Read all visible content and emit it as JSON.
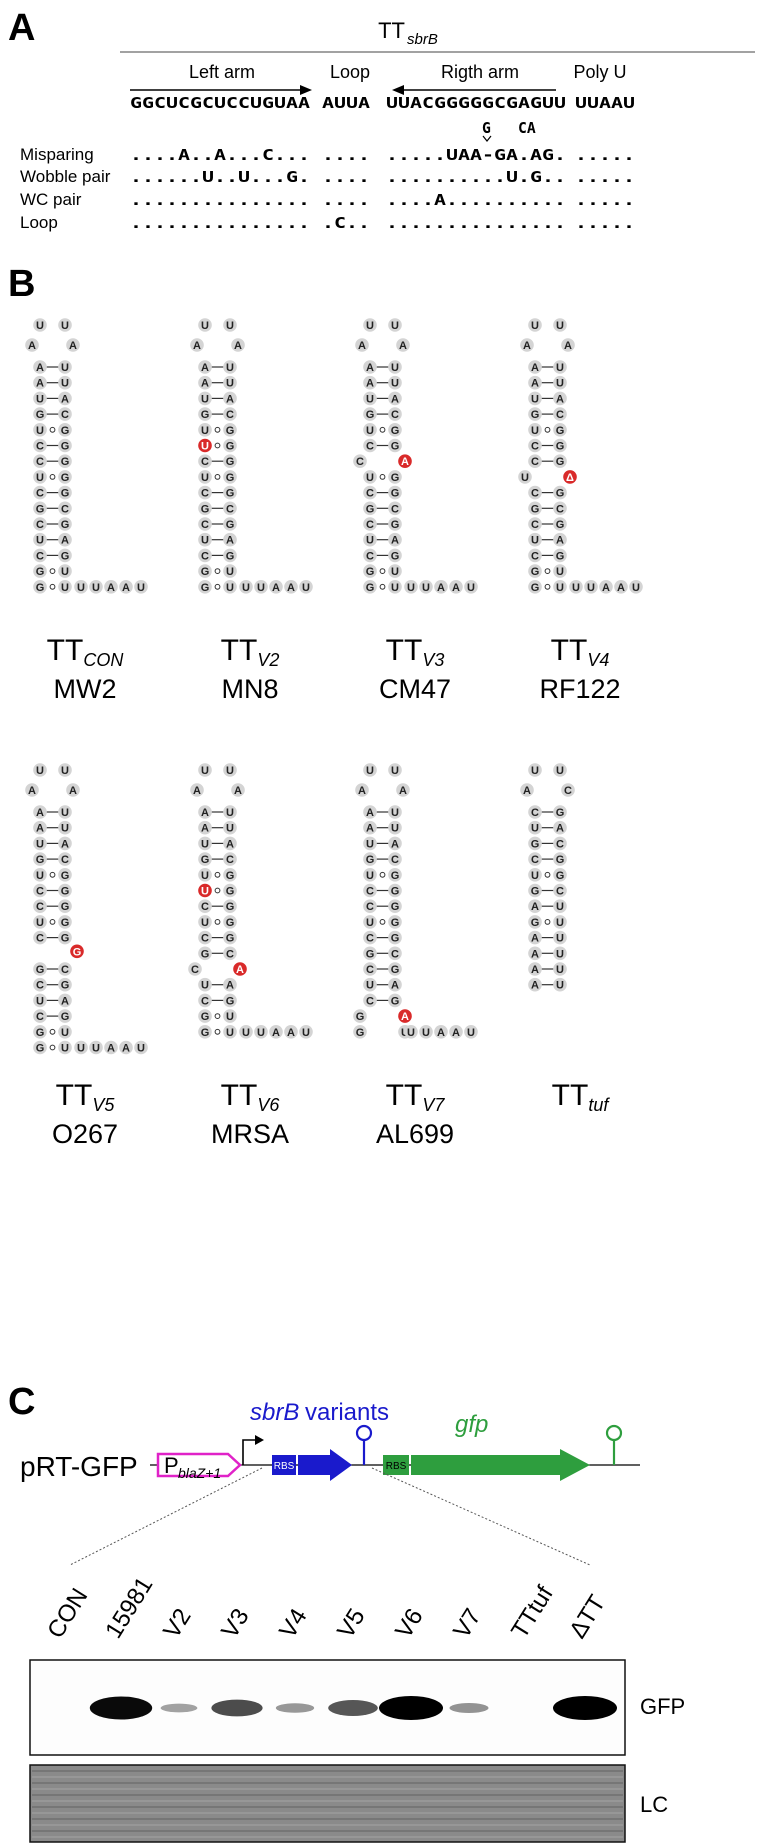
{
  "panel_a": {
    "letter": "A",
    "title_main": "TT",
    "title_sub": "sbrB",
    "region_labels": [
      "Left arm",
      "Loop",
      "Rigth arm",
      "Poly U"
    ],
    "sequence": {
      "left_arm": "GGCUCGCUCCUGUAA",
      "loop": "AUUA",
      "right_arm": "UUACGGGGGCGAGUU",
      "poly_u": "UUAAU"
    },
    "above_right_1": "G",
    "above_right_2": "CA",
    "rows": [
      {
        "label": "Misparing",
        "left": "....A..A...C...",
        "loop": "....",
        "right": ".....UAA-GA.AG.",
        "poly": "....."
      },
      {
        "label": "Wobble pair",
        "left": "......U..U...G.",
        "loop": "....",
        "right": "..........U.G..",
        "poly": "....."
      },
      {
        "label": "WC pair",
        "left": "...............",
        "loop": "....",
        "right": "....A..........",
        "poly": "....."
      },
      {
        "label": "Loop",
        "left": "...............",
        "loop": ".C..",
        "right": "...............",
        "poly": "....."
      }
    ]
  },
  "panel_b": {
    "letter": "B",
    "tail": [
      "U",
      "U",
      "A",
      "A",
      "U"
    ],
    "structures": [
      {
        "tt": "TT",
        "sub": "CON",
        "strain": "MW2",
        "loop_top": [
          "U",
          "U"
        ],
        "loop_side": [
          "A",
          "A"
        ],
        "pairs": [
          [
            "A",
            "U",
            "-"
          ],
          [
            "A",
            "U",
            "-"
          ],
          [
            "U",
            "A",
            "-"
          ],
          [
            "G",
            "C",
            "-"
          ],
          [
            "U",
            "G",
            "o"
          ],
          [
            "C",
            "G",
            "-"
          ],
          [
            "C",
            "G",
            "-"
          ],
          [
            "U",
            "G",
            "o"
          ],
          [
            "C",
            "G",
            "-"
          ],
          [
            "G",
            "C",
            "-"
          ],
          [
            "C",
            "G",
            "-"
          ],
          [
            "U",
            "A",
            "-"
          ],
          [
            "C",
            "G",
            "-"
          ],
          [
            "G",
            "U",
            "o"
          ],
          [
            "G",
            "U",
            "o"
          ]
        ],
        "bulge": null
      },
      {
        "tt": "TT",
        "sub": "V2",
        "strain": "MN8",
        "loop_top": [
          "U",
          "U"
        ],
        "loop_side": [
          "A",
          "A"
        ],
        "pairs": [
          [
            "A",
            "U",
            "-"
          ],
          [
            "A",
            "U",
            "-"
          ],
          [
            "U",
            "A",
            "-"
          ],
          [
            "G",
            "C",
            "-"
          ],
          [
            "U",
            "G",
            "o"
          ],
          [
            "U*",
            "G",
            "o"
          ],
          [
            "C",
            "G",
            "-"
          ],
          [
            "U",
            "G",
            "o"
          ],
          [
            "C",
            "G",
            "-"
          ],
          [
            "G",
            "C",
            "-"
          ],
          [
            "C",
            "G",
            "-"
          ],
          [
            "U",
            "A",
            "-"
          ],
          [
            "C",
            "G",
            "-"
          ],
          [
            "G",
            "U",
            "o"
          ],
          [
            "G",
            "U",
            "o"
          ]
        ],
        "bulge": null
      },
      {
        "tt": "TT",
        "sub": "V3",
        "strain": "CM47",
        "loop_top": [
          "U",
          "U"
        ],
        "loop_side": [
          "A",
          "A"
        ],
        "pairs": [
          [
            "A",
            "U",
            "-"
          ],
          [
            "A",
            "U",
            "-"
          ],
          [
            "U",
            "A",
            "-"
          ],
          [
            "G",
            "C",
            "-"
          ],
          [
            "U",
            "G",
            "o"
          ],
          [
            "C",
            "G",
            "-"
          ],
          [
            "C",
            "A*",
            "x"
          ],
          [
            "U",
            "G",
            "o"
          ],
          [
            "C",
            "G",
            "-"
          ],
          [
            "G",
            "C",
            "-"
          ],
          [
            "C",
            "G",
            "-"
          ],
          [
            "U",
            "A",
            "-"
          ],
          [
            "C",
            "G",
            "-"
          ],
          [
            "G",
            "U",
            "o"
          ],
          [
            "G",
            "U",
            "o"
          ]
        ],
        "bulge": null
      },
      {
        "tt": "TT",
        "sub": "V4",
        "strain": "RF122",
        "loop_top": [
          "U",
          "U"
        ],
        "loop_side": [
          "A",
          "A"
        ],
        "pairs": [
          [
            "A",
            "U",
            "-"
          ],
          [
            "A",
            "U",
            "-"
          ],
          [
            "U",
            "A",
            "-"
          ],
          [
            "G",
            "C",
            "-"
          ],
          [
            "U",
            "G",
            "o"
          ],
          [
            "C",
            "G",
            "-"
          ],
          [
            "C",
            "G",
            "-"
          ],
          [
            "U",
            "Δ*",
            "x"
          ],
          [
            "C",
            "G",
            "-"
          ],
          [
            "G",
            "C",
            "-"
          ],
          [
            "C",
            "G",
            "-"
          ],
          [
            "U",
            "A",
            "-"
          ],
          [
            "C",
            "G",
            "-"
          ],
          [
            "G",
            "U",
            "o"
          ],
          [
            "G",
            "U",
            "o"
          ]
        ],
        "bulge": null
      },
      {
        "tt": "TT",
        "sub": "V5",
        "strain": "O267",
        "loop_top": [
          "U",
          "U"
        ],
        "loop_side": [
          "A",
          "A"
        ],
        "pairs": [
          [
            "A",
            "U",
            "-"
          ],
          [
            "A",
            "U",
            "-"
          ],
          [
            "U",
            "A",
            "-"
          ],
          [
            "G",
            "C",
            "-"
          ],
          [
            "U",
            "G",
            "o"
          ],
          [
            "C",
            "G",
            "-"
          ],
          [
            "C",
            "G",
            "-"
          ],
          [
            "U",
            "G",
            "o"
          ],
          [
            "C",
            "G",
            "-"
          ],
          [
            "G",
            "C",
            "-"
          ],
          [
            "C",
            "G",
            "-"
          ],
          [
            "U",
            "A",
            "-"
          ],
          [
            "C",
            "G",
            "-"
          ],
          [
            "G",
            "U",
            "o"
          ],
          [
            "G",
            "U",
            "o"
          ]
        ],
        "bulge": "G"
      },
      {
        "tt": "TT",
        "sub": "V6",
        "strain": "MRSA",
        "loop_top": [
          "U",
          "U"
        ],
        "loop_side": [
          "A",
          "A"
        ],
        "pairs": [
          [
            "A",
            "U",
            "-"
          ],
          [
            "A",
            "U",
            "-"
          ],
          [
            "U",
            "A",
            "-"
          ],
          [
            "G",
            "C",
            "-"
          ],
          [
            "U",
            "G",
            "o"
          ],
          [
            "U*",
            "G",
            "o"
          ],
          [
            "C",
            "G",
            "-"
          ],
          [
            "U",
            "G",
            "o"
          ],
          [
            "C",
            "G",
            "-"
          ],
          [
            "G",
            "C",
            "-"
          ],
          [
            "C",
            "A*",
            "x"
          ],
          [
            "U",
            "A",
            "-"
          ],
          [
            "C",
            "G",
            "-"
          ],
          [
            "G",
            "U",
            "o"
          ],
          [
            "G",
            "U",
            "o"
          ]
        ],
        "bulge": null
      },
      {
        "tt": "TT",
        "sub": "V7",
        "strain": "AL699",
        "loop_top": [
          "U",
          "U"
        ],
        "loop_side": [
          "A",
          "A"
        ],
        "pairs": [
          [
            "A",
            "U",
            "-"
          ],
          [
            "A",
            "U",
            "-"
          ],
          [
            "U",
            "A",
            "-"
          ],
          [
            "G",
            "C",
            "-"
          ],
          [
            "U",
            "G",
            "o"
          ],
          [
            "C",
            "G",
            "-"
          ],
          [
            "C",
            "G",
            "-"
          ],
          [
            "U",
            "G",
            "o"
          ],
          [
            "C",
            "G",
            "-"
          ],
          [
            "G",
            "C",
            "-"
          ],
          [
            "C",
            "G",
            "-"
          ],
          [
            "U",
            "A",
            "-"
          ],
          [
            "C",
            "G",
            "-"
          ],
          [
            "G",
            "A*",
            "x"
          ],
          [
            "G",
            "U",
            "x"
          ]
        ],
        "bulge": null
      },
      {
        "tt": "TT",
        "sub": "tuf",
        "strain": "",
        "loop_top": [
          "U",
          "U"
        ],
        "loop_side": [
          "A",
          "C"
        ],
        "pairs": [
          [
            "C",
            "G",
            "-"
          ],
          [
            "U",
            "A",
            "-"
          ],
          [
            "G",
            "C",
            "-"
          ],
          [
            "C",
            "G",
            "-"
          ],
          [
            "U",
            "G",
            "o"
          ],
          [
            "G",
            "C",
            "-"
          ],
          [
            "A",
            "U",
            "-"
          ],
          [
            "G",
            "U",
            "o"
          ],
          [
            "A",
            "U",
            "-"
          ],
          [
            "A",
            "U",
            "-"
          ],
          [
            "A",
            "U",
            "-"
          ],
          [
            "A",
            "U",
            "-"
          ]
        ],
        "bulge": null
      }
    ]
  },
  "panel_c": {
    "letter": "C",
    "construct": "pRT-GFP",
    "promoter_main": "P",
    "promoter_sub": "blaZ+1",
    "rbs": "RBS",
    "sbrb_label_italic": "sbrB",
    "sbrb_label_rest": " variants",
    "gfp_label": "gfp",
    "lanes": [
      "CON",
      "15981",
      "V2",
      "V3",
      "V4",
      "V5",
      "V6",
      "V7",
      "TTtuf",
      "ΔTT"
    ],
    "blot_labels": [
      "GFP",
      "LC"
    ],
    "band_intensity": [
      0,
      0.95,
      0.15,
      0.6,
      0.2,
      0.55,
      1.0,
      0.22,
      0,
      1.0
    ],
    "colors": {
      "promoter": "#e022c8",
      "sbrb": "#1a1acc",
      "gfp": "#2e9e3e"
    }
  }
}
